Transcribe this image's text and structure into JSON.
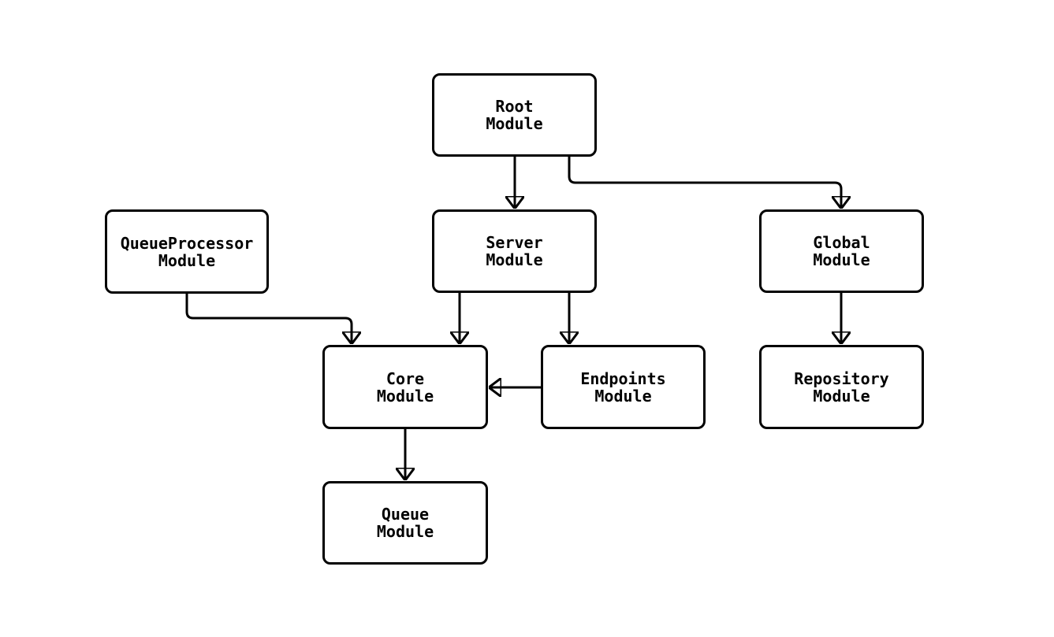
{
  "diagram_type": "module-dependency-flowchart",
  "nodes": {
    "root": {
      "label": "Root\nModule"
    },
    "queue_processor": {
      "label": "QueueProcessor\nModule"
    },
    "server": {
      "label": "Server\nModule"
    },
    "global": {
      "label": "Global\nModule"
    },
    "core": {
      "label": "Core\nModule"
    },
    "endpoints": {
      "label": "Endpoints\nModule"
    },
    "repository": {
      "label": "Repository\nModule"
    },
    "queue": {
      "label": "Queue\nModule"
    }
  },
  "edges": [
    {
      "from": "root",
      "to": "server"
    },
    {
      "from": "root",
      "to": "global"
    },
    {
      "from": "queue_processor",
      "to": "core"
    },
    {
      "from": "server",
      "to": "core"
    },
    {
      "from": "server",
      "to": "endpoints"
    },
    {
      "from": "endpoints",
      "to": "core"
    },
    {
      "from": "global",
      "to": "repository"
    },
    {
      "from": "core",
      "to": "queue"
    }
  ],
  "colors": {
    "background": "#ffffff",
    "node_fill": "#ffffff",
    "node_border": "#000000",
    "edge": "#000000",
    "text": "#000000"
  }
}
